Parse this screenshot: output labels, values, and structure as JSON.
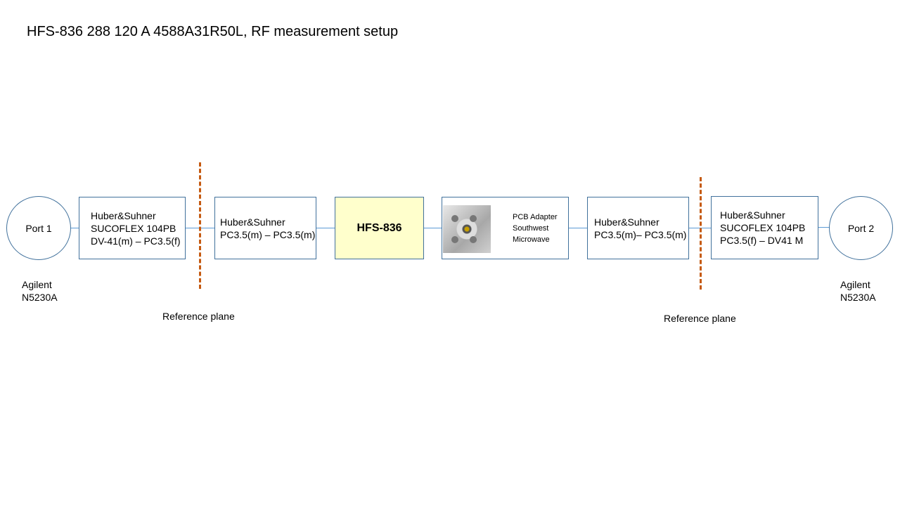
{
  "title": "HFS-836 288 120 A 4588A31R50L, RF measurement setup",
  "port1": {
    "label": "Port 1",
    "caption": [
      "Agilent",
      "N5230A"
    ]
  },
  "port2": {
    "label": "Port 2",
    "caption": [
      "Agilent",
      "N5230A"
    ]
  },
  "box1": [
    "Huber&Suhner",
    "SUCOFLEX 104PB",
    "DV-41(m) – PC3.5(f)"
  ],
  "box2": [
    "Huber&Suhner",
    "PC3.5(m) – PC3.5(m)"
  ],
  "dut": "HFS-836",
  "pcb": [
    "PCB Adapter",
    "Southwest",
    "Microwave"
  ],
  "box4": [
    "Huber&Suhner",
    "PC3.5(m)– PC3.5(m)"
  ],
  "box5": [
    "Huber&Suhner",
    "SUCOFLEX 104PB",
    "PC3.5(f) – DV41 M"
  ],
  "ref_label_left": "Reference plane",
  "ref_label_right": "Reference plane",
  "colors": {
    "border": "#41719C",
    "ref": "#C55A11",
    "dut_fill": "#FFFFCC"
  }
}
